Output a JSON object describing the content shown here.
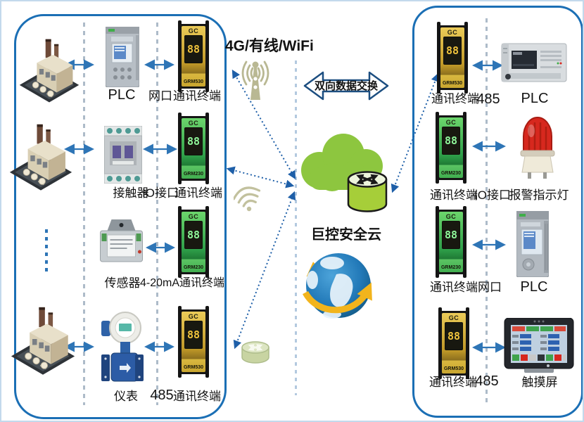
{
  "colors": {
    "panel_border": "#1B6FB5",
    "arrow_blue": "#2E75B6",
    "dotted_blue": "#1E5FA8",
    "cloud_green": "#8DC63F",
    "terminal_gold": "#D8B53C",
    "terminal_green": "#4CBB4C",
    "alarm_red": "#D7281E",
    "globe_yellow": "#F2B41C"
  },
  "terminal": {
    "brand": "GC",
    "display": "88"
  },
  "left_panel": {
    "rows": [
      {
        "source_icon": "factory-icon",
        "device_label": "PLC",
        "port_label": "网口",
        "terminal_label": "通讯终端",
        "terminal_model": "GRM530"
      },
      {
        "source_icon": "factory-icon",
        "device_label": "接触器",
        "port_label": "IO接口",
        "terminal_label": "通讯终端",
        "terminal_model": "GRM230"
      },
      {
        "source_icon": "ellipsis-dots",
        "device_label": "传感器",
        "port_label": "",
        "terminal_label": "4-20mA通讯终端",
        "terminal_model": "GRM230"
      },
      {
        "source_icon": "factory-icon",
        "device_label": "仪表",
        "port_label": "485",
        "terminal_label": "通讯终端",
        "terminal_model": "GRM530"
      }
    ]
  },
  "center": {
    "top_label": "4G/有线/WiFi",
    "exchange_label": "双向数据交换",
    "cloud_label": "巨控安全云",
    "icons": [
      "antenna-icon",
      "wifi-icon",
      "cloud-icon",
      "cloud-router-icon",
      "globe-icon",
      "small-router-icon"
    ]
  },
  "right_panel": {
    "rows": [
      {
        "terminal_label": "通讯终端",
        "port_label": "485",
        "device_label": "PLC",
        "terminal_model": "GRM530",
        "device_icon": "mitsubishi-plc-icon"
      },
      {
        "terminal_label": "通讯终端",
        "port_label": "IO接口",
        "device_label": "报警指示灯",
        "terminal_model": "GRM230",
        "device_icon": "alarm-light-icon"
      },
      {
        "terminal_label": "通讯终端",
        "port_label": "网口",
        "device_label": "PLC",
        "terminal_model": "GRM230",
        "device_icon": "siemens-plc-icon"
      },
      {
        "terminal_label": "通讯终端",
        "port_label": "485",
        "device_label": "触摸屏",
        "terminal_model": "GRM530",
        "device_icon": "touchscreen-icon"
      }
    ]
  }
}
